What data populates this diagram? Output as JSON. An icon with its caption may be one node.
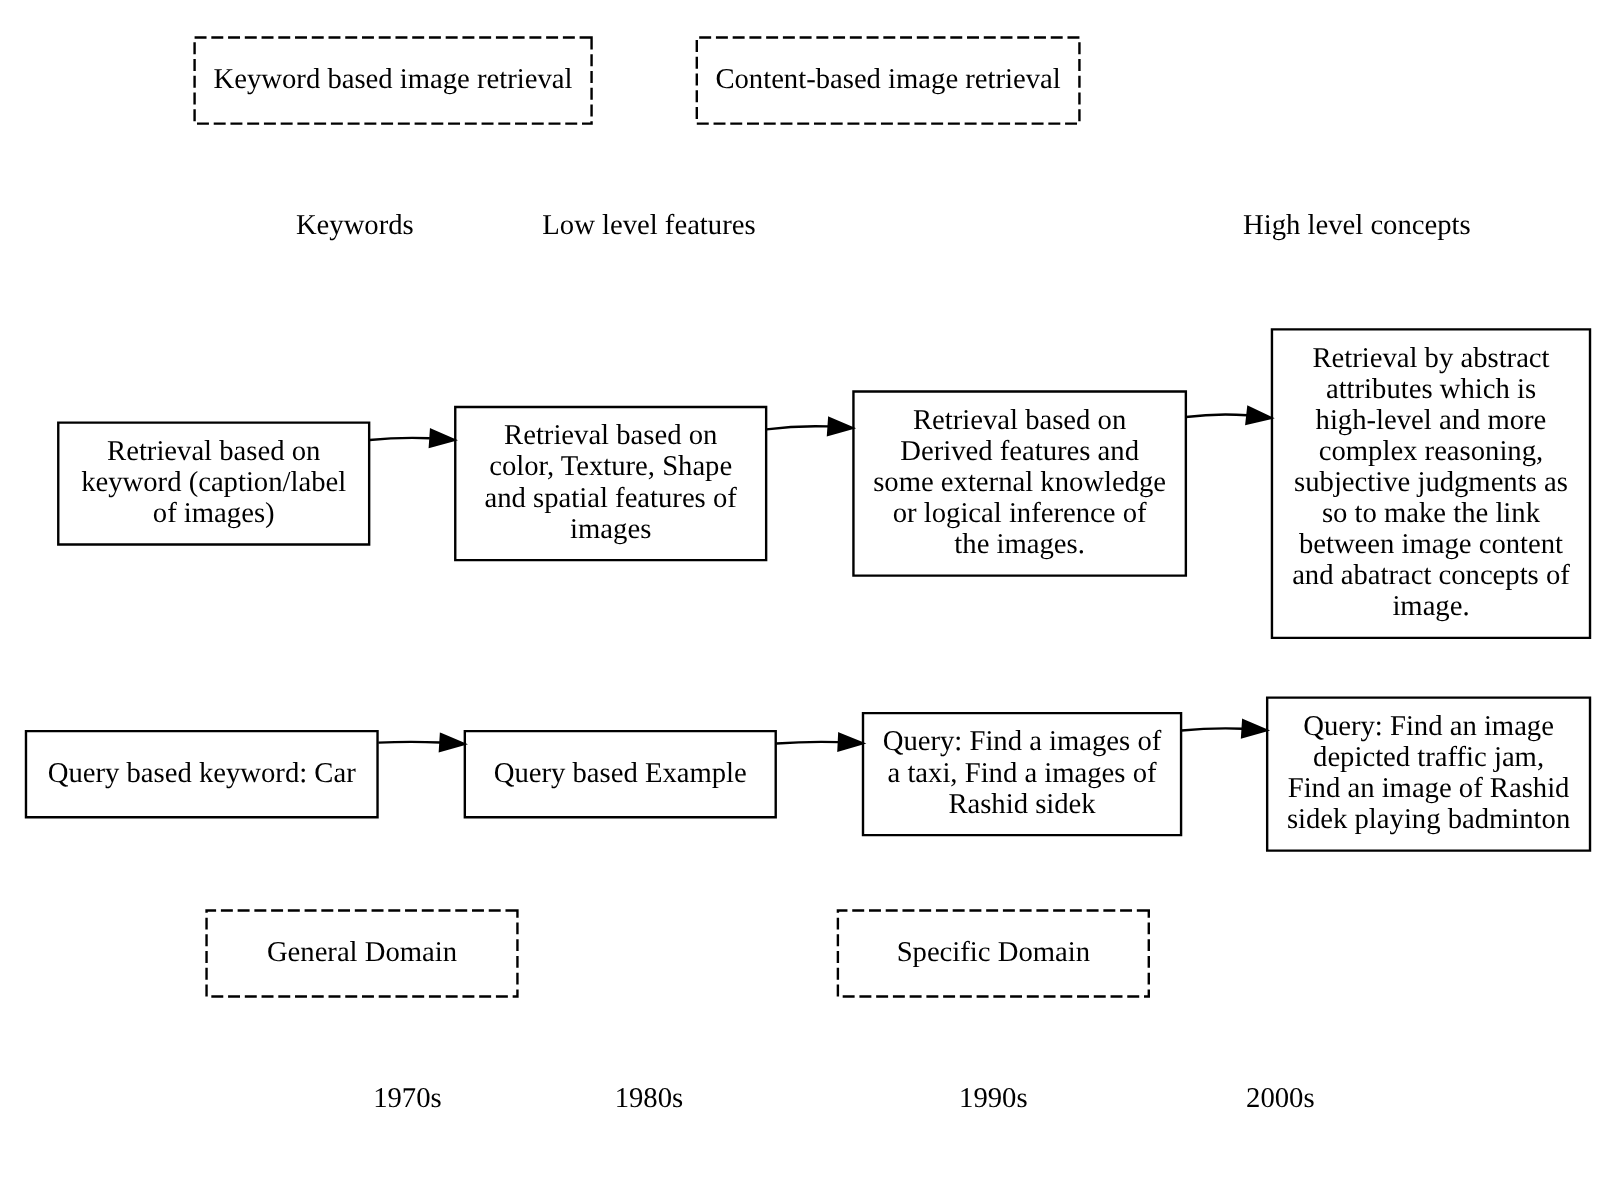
{
  "diagram": {
    "nodes": [
      {
        "text": [
          "Keyword based image retrieval"
        ]
      },
      {
        "text": [
          "Content-based image retrieval"
        ]
      },
      {
        "text": [
          "Retrieval based on keyword (caption/label of images)"
        ]
      },
      {
        "text": [
          "Retrieval based on color, Texture, Shape and spatial features of images"
        ]
      },
      {
        "text": [
          "Retrieval based on Derived features and some external knowledge or logical inference of the images."
        ]
      },
      {
        "text": [
          "Retrieval by abstract attributes which is high-level and more complex reasoning, subjective judgments as so to make the link between image content and abatract concepts of image."
        ]
      },
      {
        "text": [
          "Query based keyword: Car"
        ]
      },
      {
        "text": [
          "Query based Example"
        ]
      },
      {
        "text": [
          "Query: Find a images of a taxi, Find a images of Rashid sidek"
        ]
      },
      {
        "text": [
          "Query: Find an image depicted traffic jam, Find an image of Rashid sidek playing badminton"
        ]
      },
      {
        "text": [
          "General Domain"
        ]
      },
      {
        "text": [
          "Specific Domain"
        ]
      }
    ],
    "edges": [
      {
        "from": 2,
        "to": 3,
        "arrow": "to"
      },
      {
        "from": 3,
        "to": 4,
        "arrow": "to"
      },
      {
        "from": 4,
        "to": 5,
        "arrow": "to"
      },
      {
        "from": 6,
        "to": 7,
        "arrow": "to"
      },
      {
        "from": 7,
        "to": 8,
        "arrow": "to"
      },
      {
        "from": 8,
        "to": 9,
        "arrow": "to"
      }
    ],
    "labels": [
      "Keywords",
      "Low level features",
      "High level concepts",
      "1970s",
      "1980s",
      "1990s",
      "2000s"
    ]
  }
}
